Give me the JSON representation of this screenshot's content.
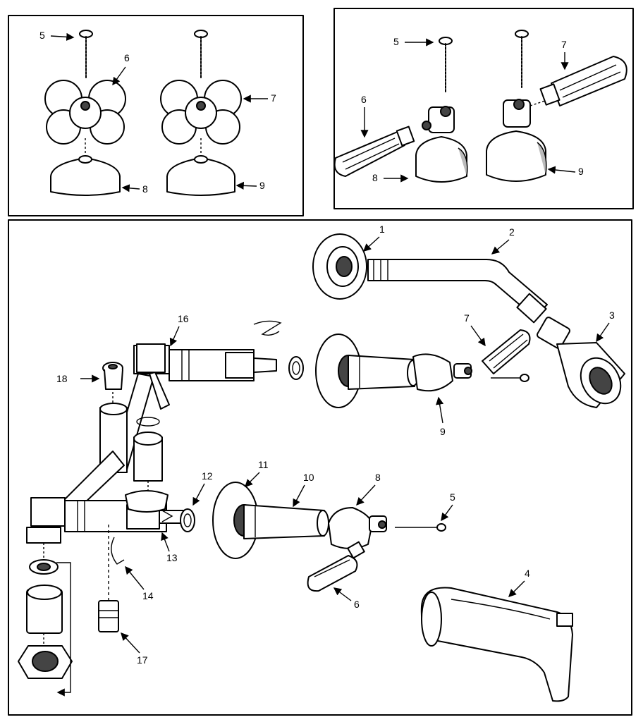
{
  "panels": {
    "cross_handles": {
      "callouts": [
        "5",
        "6",
        "7",
        "8",
        "9"
      ]
    },
    "lever_handles": {
      "callouts": [
        "5",
        "6",
        "7",
        "8",
        "9"
      ]
    },
    "main_assembly": {
      "callouts": [
        "1",
        "2",
        "3",
        "4",
        "5",
        "6",
        "7",
        "8",
        "9",
        "10",
        "11",
        "12",
        "13",
        "14",
        "16",
        "17",
        "18"
      ]
    }
  }
}
